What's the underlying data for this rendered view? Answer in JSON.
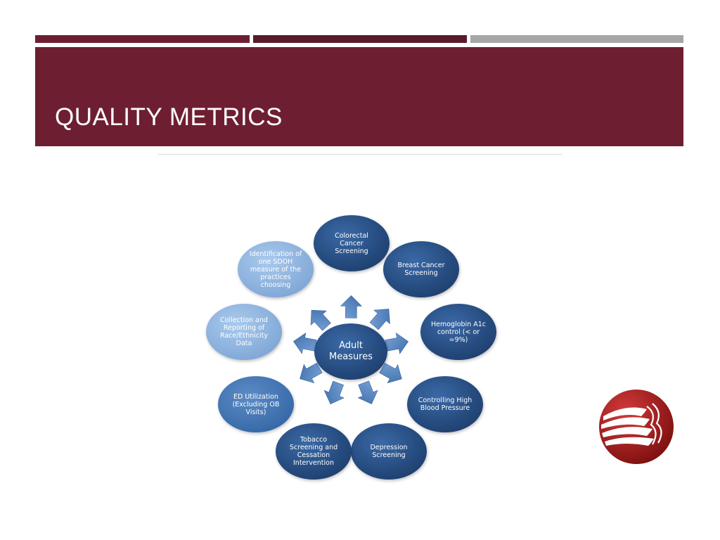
{
  "slide": {
    "title": "QUALITY METRICS",
    "colors": {
      "accent": "#6d1f31",
      "accent_dark": "#5a1a29",
      "gray_bar": "#a6a6a6",
      "node_dark": "#254c7f",
      "node_light": "#8fb4de",
      "arrow": "#5f8fc9"
    }
  },
  "diagram": {
    "center": "Adult\nMeasures",
    "measures": [
      {
        "label": "Colorectal\nCancer\nScreening",
        "shade": "dark"
      },
      {
        "label": "Breast Cancer\nScreening",
        "shade": "dark"
      },
      {
        "label": "Hemoglobin A1c\ncontrol (< or\n=9%)",
        "shade": "dark"
      },
      {
        "label": "Controlling High\nBlood Pressure",
        "shade": "dark"
      },
      {
        "label": "Depression\nScreening",
        "shade": "dark"
      },
      {
        "label": "Tobacco\nScreening and\nCessation\nIntervention",
        "shade": "dark"
      },
      {
        "label": "ED Utilization\n(Excluding OB\nVisits)",
        "shade": "medium"
      },
      {
        "label": "Collection and\nReporting of\nRace/Ethnicity\nData",
        "shade": "light"
      },
      {
        "label": "Identification of\none SDOH\nmeasure of the\npractices\nchoosing",
        "shade": "light"
      }
    ]
  },
  "logo": {
    "icon": "organization-logo-icon"
  }
}
